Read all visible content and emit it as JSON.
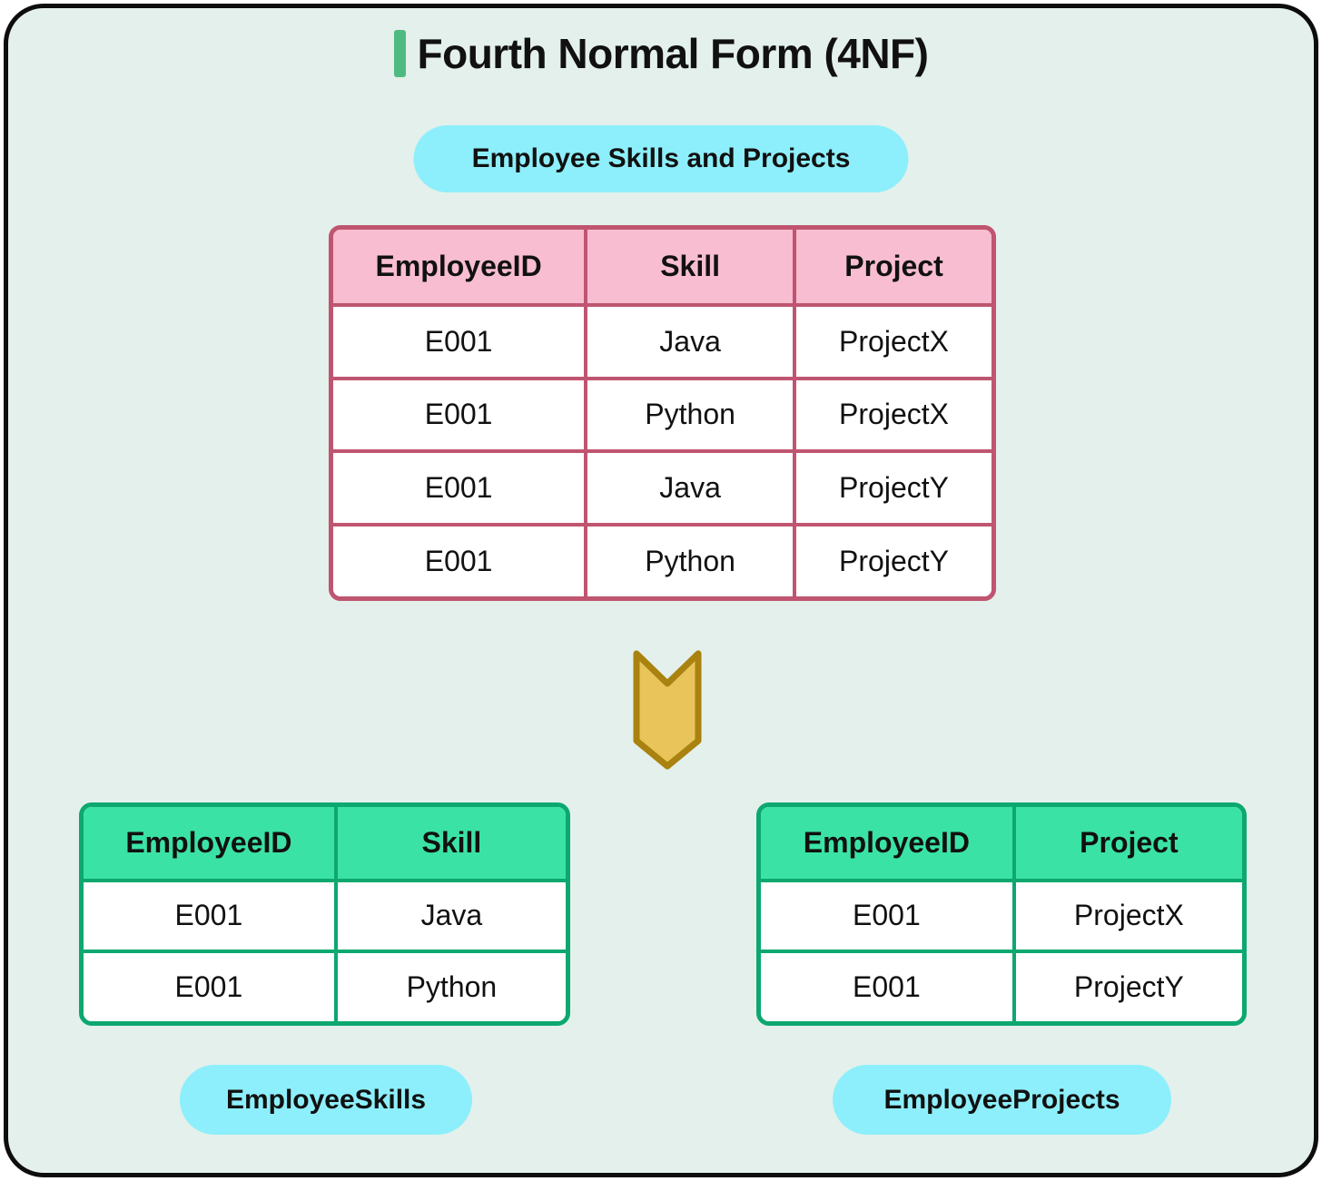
{
  "title": "Fourth Normal Form (4NF)",
  "top_badge": "Employee Skills and Projects",
  "tables": {
    "main": {
      "headers": [
        "EmployeeID",
        "Skill",
        "Project"
      ],
      "rows": [
        [
          "E001",
          "Java",
          "ProjectX"
        ],
        [
          "E001",
          "Python",
          "ProjectX"
        ],
        [
          "E001",
          "Java",
          "ProjectY"
        ],
        [
          "E001",
          "Python",
          "ProjectY"
        ]
      ]
    },
    "skills": {
      "headers": [
        "EmployeeID",
        "Skill"
      ],
      "rows": [
        [
          "E001",
          "Java"
        ],
        [
          "E001",
          "Python"
        ]
      ],
      "caption": "EmployeeSkills"
    },
    "projects": {
      "headers": [
        "EmployeeID",
        "Project"
      ],
      "rows": [
        [
          "E001",
          "ProjectX"
        ],
        [
          "E001",
          "ProjectY"
        ]
      ],
      "caption": "EmployeeProjects"
    }
  },
  "icons": {
    "transform_arrow": "down-chevron-arrow"
  },
  "colors": {
    "panel_bg": "#e4f0eb",
    "panel_border": "#0d0d0d",
    "pink_header": "#f8bdd1",
    "pink_border": "#bf5570",
    "green_header": "#3ae3a5",
    "green_border": "#0ca870",
    "cyan_badge": "#8deffb",
    "gold_fill": "#e8c45a",
    "gold_stroke": "#a9820f",
    "title_accent": "#4eba7f",
    "text": "#111111"
  }
}
